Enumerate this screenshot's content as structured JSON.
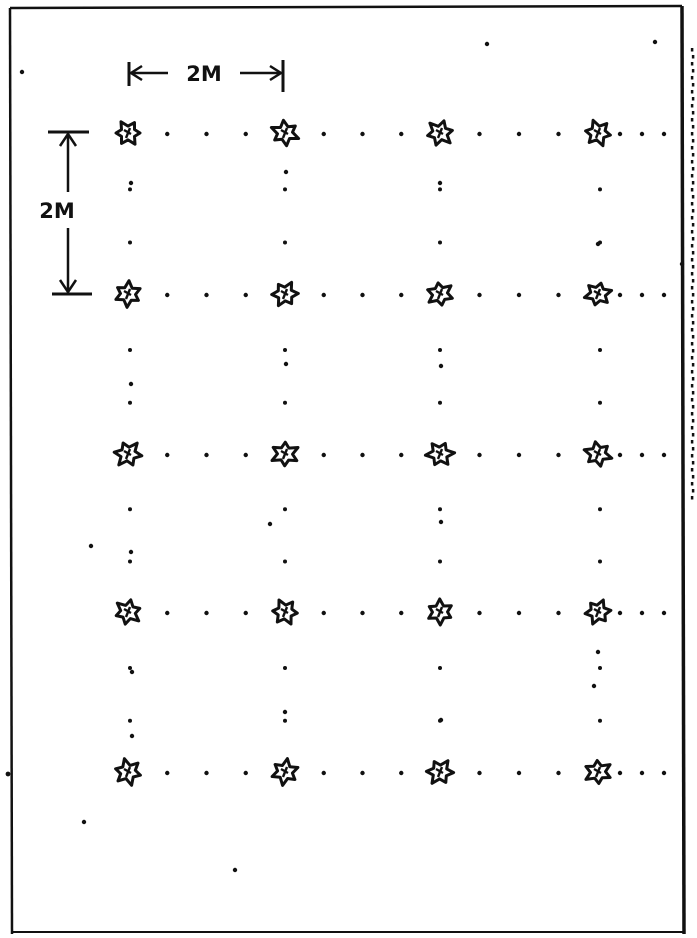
{
  "figure": {
    "dimension_labels": {
      "horizontal_spacing": "2M",
      "vertical_spacing": "2M"
    },
    "grid": {
      "rows": 5,
      "columns": 4,
      "plant_count": 20
    },
    "colors": {
      "ink": "#111111",
      "paper": "#ffffff"
    }
  }
}
